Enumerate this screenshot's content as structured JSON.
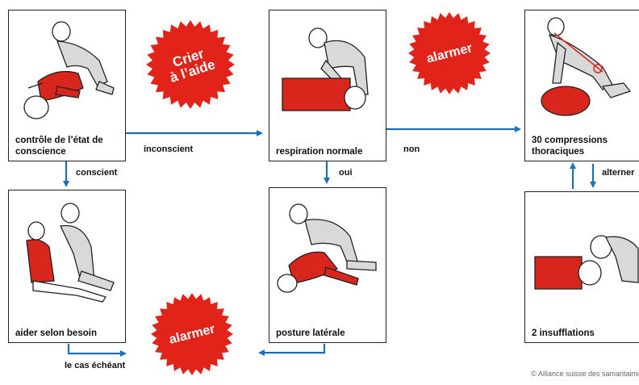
{
  "boxes": {
    "consciousness": "contrôle de l’état de conscience",
    "breathing": "respiration normale",
    "compressions": "30 compressions thoraciques",
    "help_as_needed": "aider selon besoin",
    "lateral_position": "posture latérale",
    "insufflations": "2 insufflations"
  },
  "edges": {
    "unconscious": "inconscient",
    "conscious": "conscient",
    "no": "non",
    "yes": "oui",
    "alternate": "alterner",
    "if_needed": "le cas échéant"
  },
  "badges": {
    "shout_line1": "Crier",
    "shout_line2": "à l’aide",
    "alarm_top": "alarmer",
    "alarm_bottom": "alarmer"
  },
  "copyright": "© Alliance suisse des samaritains",
  "colors": {
    "arrow": "#1a6fb8",
    "badge": "#e2231a",
    "figure_red": "#d9261c"
  }
}
